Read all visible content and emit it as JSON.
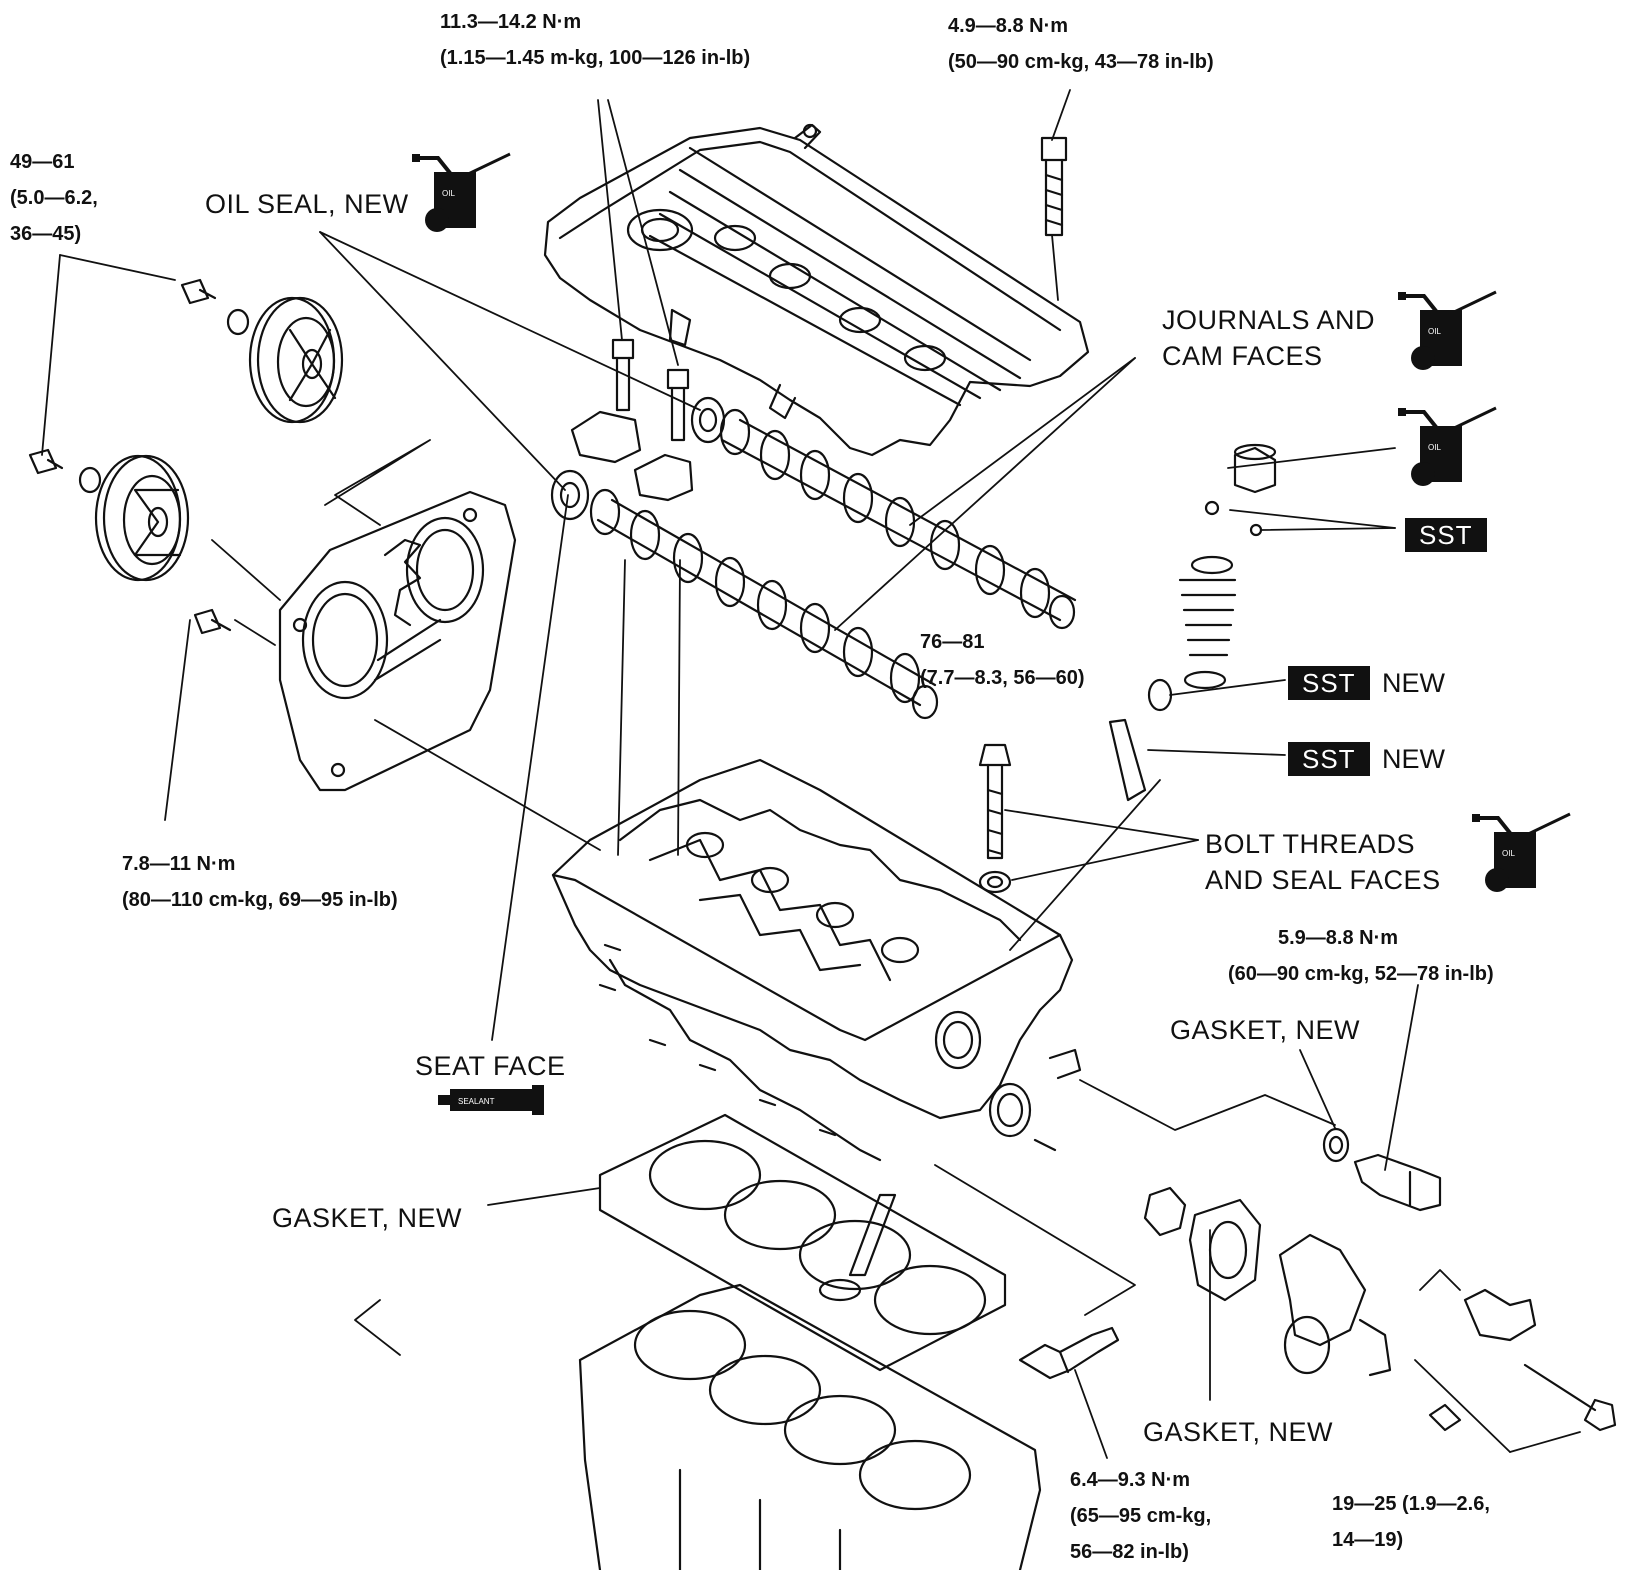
{
  "torques": {
    "cover_bolt_left": {
      "l1": "11.3—14.2 N·m",
      "l2": "(1.15—1.45 m-kg, 100—126 in-lb)"
    },
    "cover_bolt_right": {
      "l1": "4.9—8.8 N·m",
      "l2": "(50—90 cm-kg, 43—78 in-lb)"
    },
    "pulley_bolt": {
      "l1": "49—61",
      "l2": "(5.0—6.2,",
      "l3": "36—45)"
    },
    "seal_plate": {
      "l1": "7.8—11 N·m",
      "l2": "(80—110 cm-kg, 69—95 in-lb)"
    },
    "head_bolt": {
      "l1": "76—81",
      "l2": "(7.7—8.3, 56—60)"
    },
    "sensor_top": {
      "l1": "5.9—8.8 N·m",
      "l2": "(60—90 cm-kg, 52—78 in-lb)"
    },
    "sensor_bottom": {
      "l1": "6.4—9.3 N·m",
      "l2": "(65—95 cm-kg,",
      "l3": "56—82 in-lb)"
    },
    "thermo_bolt": {
      "l1": "19—25 (1.9—2.6,",
      "l2": "14—19)"
    }
  },
  "labels": {
    "oil_seal": "OIL SEAL, NEW",
    "journals": {
      "l1": "JOURNALS AND",
      "l2": "CAM FACES"
    },
    "bolt_threads": {
      "l1": "BOLT THREADS",
      "l2": "AND SEAL FACES"
    },
    "seat_face": "SEAT FACE",
    "gasket_left": "GASKET, NEW",
    "gasket_right": "GASKET, NEW",
    "gasket_bottom": "GASKET, NEW"
  },
  "tags": {
    "sst": "SST",
    "new": "NEW",
    "oil": "OIL",
    "sealant": "SEALANT"
  }
}
